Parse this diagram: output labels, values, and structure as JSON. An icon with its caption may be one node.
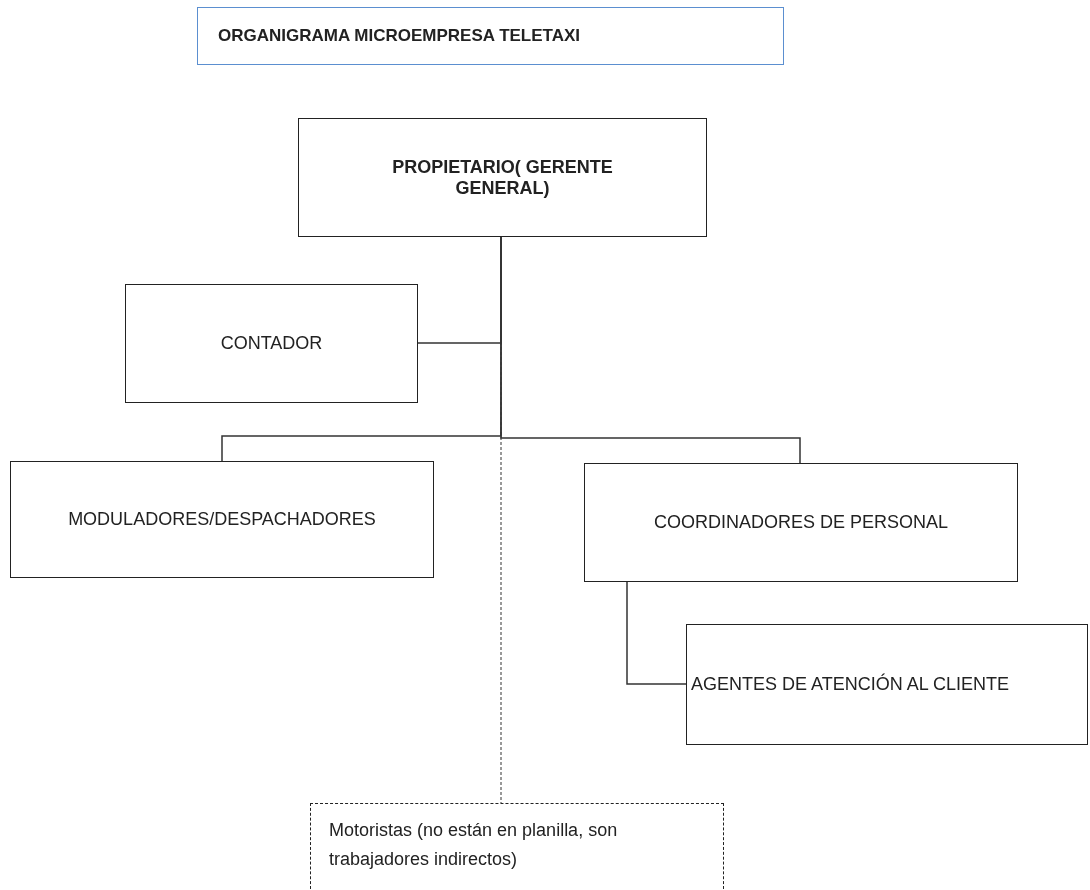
{
  "diagram": {
    "title": "ORGANIGRAMA MICROEMPRESA TELETAXI",
    "nodes": [
      {
        "text": [
          "PROPIETARIO( GERENTE GENERAL)"
        ]
      },
      {
        "text": [
          "CONTADOR"
        ]
      },
      {
        "text": [
          "MODULADORES/DESPACHADORES"
        ]
      },
      {
        "text": [
          "COORDINADORES DE PERSONAL"
        ]
      },
      {
        "text": [
          "AGENTES DE ATENCIÓN AL CLIENTE"
        ]
      },
      {
        "text": [
          "Motoristas (no están en planilla, son trabajadores indirectos)"
        ]
      }
    ],
    "edges": [
      {
        "from": 0,
        "to": 1,
        "arrow": "none"
      },
      {
        "from": 0,
        "to": 2,
        "arrow": "none"
      },
      {
        "from": 0,
        "to": 3,
        "arrow": "none"
      },
      {
        "from": 3,
        "to": 4,
        "arrow": "none"
      },
      {
        "from": 0,
        "to": 5,
        "arrow": "none",
        "style": "dashed"
      }
    ]
  }
}
